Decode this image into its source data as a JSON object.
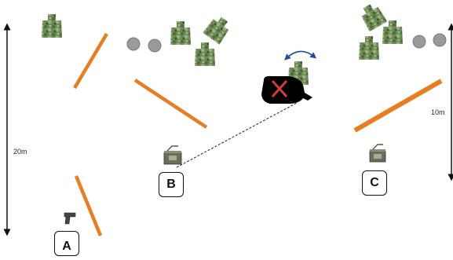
{
  "scale": {
    "left_distance": "20m",
    "right_distance": "10m"
  },
  "positions": {
    "a": "A",
    "b": "B",
    "c": "C"
  },
  "colors": {
    "barricade": "#e67e22",
    "barricade_edge": "#b9621a",
    "target_camo_dark": "#4e6b3b",
    "target_camo_light": "#8fa775",
    "steel_plate": "#9a9a9a",
    "no_shoot_black": "#000000",
    "no_shoot_x": "#d63a3a",
    "start_marker": "#e32222",
    "swing_arrow": "#1f4e9a",
    "path_line": "#222222"
  },
  "icons": {
    "pistol": "pistol-icon",
    "ammo_can": "ammo-can-icon",
    "target": "camo-target-icon",
    "steel": "steel-plate-icon",
    "swing": "swing-arrow-icon"
  }
}
